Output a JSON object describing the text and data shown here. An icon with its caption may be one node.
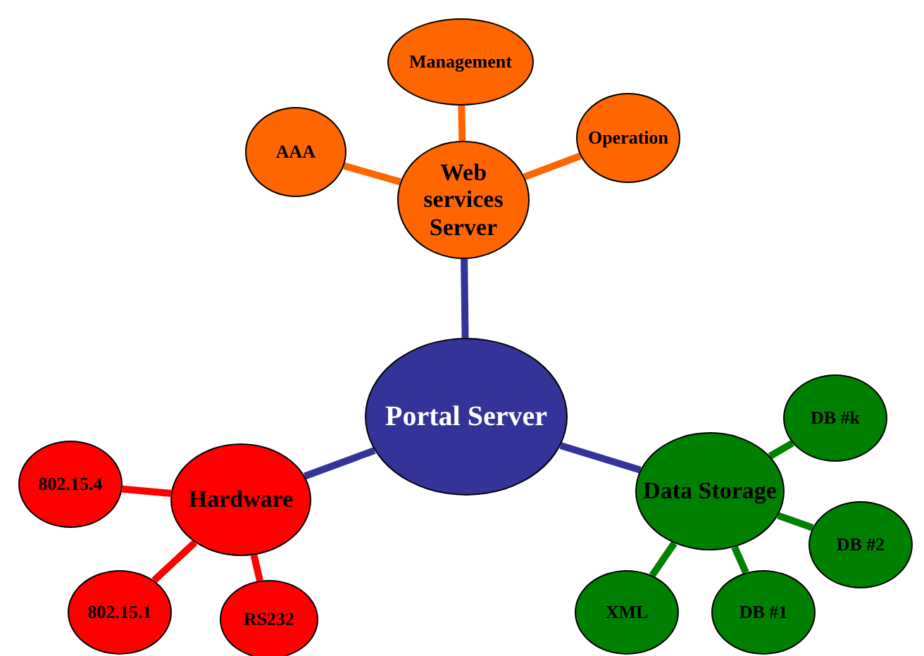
{
  "diagram": {
    "nodes": [
      {
        "text": [
          "Portal Server"
        ]
      },
      {
        "text": [
          "Web services Server"
        ]
      },
      {
        "text": [
          "Management"
        ]
      },
      {
        "text": [
          "AAA"
        ]
      },
      {
        "text": [
          "Operation"
        ]
      },
      {
        "text": [
          "Hardware"
        ]
      },
      {
        "text": [
          "802.15.4"
        ]
      },
      {
        "text": [
          "802.15.1"
        ]
      },
      {
        "text": [
          "RS232"
        ]
      },
      {
        "text": [
          "Data Storage"
        ]
      },
      {
        "text": [
          "DB #k"
        ]
      },
      {
        "text": [
          "DB #2"
        ]
      },
      {
        "text": [
          "DB #1"
        ]
      },
      {
        "text": [
          "XML"
        ]
      }
    ],
    "edges": [
      {
        "from": 0,
        "to": 1,
        "arrow": "none",
        "color": "#333399"
      },
      {
        "from": 0,
        "to": 5,
        "arrow": "none",
        "color": "#333399"
      },
      {
        "from": 0,
        "to": 9,
        "arrow": "none",
        "color": "#333399"
      },
      {
        "from": 1,
        "to": 2,
        "arrow": "none",
        "color": "#ff6600"
      },
      {
        "from": 1,
        "to": 3,
        "arrow": "none",
        "color": "#ff6600"
      },
      {
        "from": 1,
        "to": 4,
        "arrow": "none",
        "color": "#ff6600"
      },
      {
        "from": 5,
        "to": 6,
        "arrow": "none",
        "color": "#ff0000"
      },
      {
        "from": 5,
        "to": 7,
        "arrow": "none",
        "color": "#ff0000"
      },
      {
        "from": 5,
        "to": 8,
        "arrow": "none",
        "color": "#ff0000"
      },
      {
        "from": 9,
        "to": 10,
        "arrow": "none",
        "color": "#008000"
      },
      {
        "from": 9,
        "to": 11,
        "arrow": "none",
        "color": "#008000"
      },
      {
        "from": 9,
        "to": 12,
        "arrow": "none",
        "color": "#008000"
      },
      {
        "from": 9,
        "to": 13,
        "arrow": "none",
        "color": "#008000"
      }
    ]
  }
}
